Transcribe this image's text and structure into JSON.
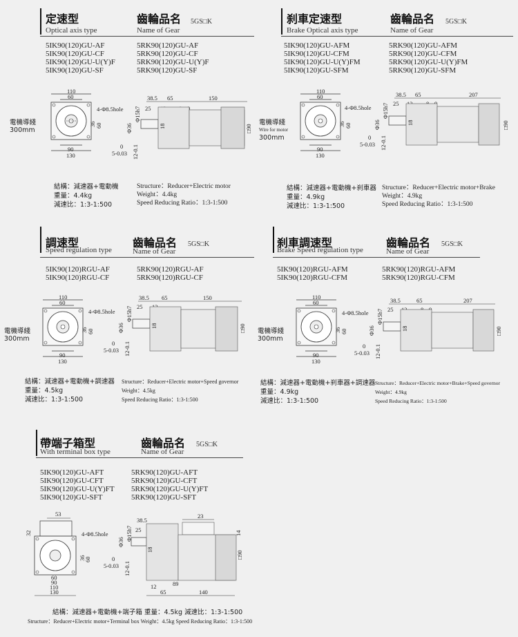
{
  "gear_name_cn": "齒輪品名",
  "gear_name_en": "Name of Gear",
  "gear_code": "5GS□K",
  "sections": [
    {
      "title_cn": "定速型",
      "title_en": "Optical axis type",
      "models_ik": [
        "5IK90(120)GU-AF",
        "5IK90(120)GU-CF",
        "5IK90(120)GU-U(Y)F",
        "5IK90(120)GU-SF"
      ],
      "models_rk": [
        "5RK90(120)GU-AF",
        "5RK90(120)GU-CF",
        "5RK90(120)GU-U(Y)F",
        "5RK90(120)GU-SF"
      ],
      "wire_cn": "電機導綫",
      "wire_en": "",
      "wire_len": "300mm",
      "dims": {
        "top": "110",
        "top2": "60",
        "left1": "36",
        "left2": "60",
        "bot1": "90",
        "bot2": "130",
        "hole": "4-Φ8.5hole",
        "s1": "38.5",
        "s2": "65",
        "s3": "150",
        "s4": "25",
        "s5": "12",
        "s6": "8",
        "s7": "9",
        "s8": "Φ15h7",
        "s9": "Φ36",
        "s10": "18",
        "s11": "□90",
        "s12": "5-0.03",
        "s13": "12-0.1",
        "s14": "0",
        "s15": "0"
      },
      "spec_cn": [
        "結構：減速器+電動機",
        "重量：4.4kg",
        "減速比：1:3-1:500"
      ],
      "spec_en": [
        "Structure：Reducer+Electric motor",
        "Weight：4.4kg",
        "Speed Reducing Ratio：1:3-1:500"
      ]
    },
    {
      "title_cn": "刹車定速型",
      "title_en": "Brake Optical axis type",
      "models_ik": [
        "5IK90(120)GU-AFM",
        "5IK90(120)GU-CFM",
        "5IK90(120)GU-U(Y)FM",
        "5IK90(120)GU-SFM"
      ],
      "models_rk": [
        "5RK90(120)GU-AFM",
        "5RK90(120)GU-CFM",
        "5RK90(120)GU-U(Y)FM",
        "5RK90(120)GU-SFM"
      ],
      "wire_cn": "電機導綫",
      "wire_en": "Wire for motor",
      "wire_len": "300mm",
      "dims": {
        "top": "110",
        "top2": "60",
        "left1": "36",
        "left2": "60",
        "bot1": "90",
        "bot2": "130",
        "hole": "4-Φ8.5hole",
        "s1": "38.5",
        "s2": "65",
        "s3": "207",
        "s4": "25",
        "s5": "12",
        "s6": "8",
        "s7": "9",
        "s8": "Φ15h7",
        "s9": "Φ36",
        "s10": "18",
        "s11": "□90",
        "s12": "5-0.03",
        "s13": "12-0.1",
        "s14": "0",
        "s15": "0"
      },
      "spec_cn": [
        "結構：減速器+電動機+刹車器",
        "重量：4.9kg",
        "減速比：1:3-1:500"
      ],
      "spec_en": [
        "Structure：Reducer+Electric motor+Brake",
        "Weight：4.9kg",
        "Speed Reducing Ratio：1:3-1:500"
      ]
    },
    {
      "title_cn": "調速型",
      "title_en": "Speed regulation type",
      "models_ik": [
        "5IK90(120)RGU-AF",
        "5IK90(120)RGU-CF"
      ],
      "models_rk": [
        "5RK90(120)RGU-AF",
        "5RK90(120)RGU-CF"
      ],
      "wire_cn": "電機導綫",
      "wire_en": "",
      "wire_len": "300mm",
      "dims": {
        "top": "110",
        "top2": "60",
        "left1": "36",
        "left2": "60",
        "bot1": "90",
        "bot2": "130",
        "hole": "4-Φ8.5hole",
        "s1": "38.5",
        "s2": "65",
        "s3": "150",
        "s4": "25",
        "s5": "12",
        "s6": "8",
        "s7": "9",
        "s8": "Φ15h7",
        "s9": "Φ36",
        "s10": "18",
        "s11": "□90",
        "s12": "5-0.03",
        "s13": "12-0.1",
        "s14": "0",
        "s15": "0"
      },
      "spec_cn": [
        "結構：減速器+電動機+調速器",
        "重量：4.5kg",
        "減速比：1:3-1:500"
      ],
      "spec_en": [
        "Structure：Reducer+Electric motor+Speed governor",
        "Weight：4.5kg",
        "Speed Reducing Ratio：1:3-1:500"
      ]
    },
    {
      "title_cn": "刹車調速型",
      "title_en": "Brake Speed regulation type",
      "models_ik": [
        "5IK90(120)RGU-AFM",
        "5IK90(120)RGU-CFM"
      ],
      "models_rk": [
        "5RK90(120)RGU-AFM",
        "5RK90(120)RGU-CFM"
      ],
      "wire_cn": "電機導綫",
      "wire_en": "",
      "wire_len": "300mm",
      "dims": {
        "top": "110",
        "top2": "60",
        "left1": "36",
        "left2": "60",
        "bot1": "90",
        "bot2": "130",
        "hole": "4-Φ8.5hole",
        "s1": "38.5",
        "s2": "65",
        "s3": "207",
        "s4": "25",
        "s5": "12",
        "s6": "8",
        "s7": "9",
        "s8": "Φ15h7",
        "s9": "Φ36",
        "s10": "18",
        "s11": "□90",
        "s12": "5-0.03",
        "s13": "12-0.1",
        "s14": "0",
        "s15": "0"
      },
      "spec_cn": [
        "結構：減速器+電動機+刹車器+調速器",
        "重量：4.9kg",
        "減速比：1:3-1:500"
      ],
      "spec_en": [
        "Structure：Reducer+Electric motor+Brake+Speed governor",
        "Weight：4.9kg",
        "Speed Reducing Ratio：1:3-1:500"
      ]
    },
    {
      "title_cn": "帶端子箱型",
      "title_en": "With terminal box type",
      "models_ik": [
        "5IK90(120)GU-AFT",
        "5IK90(120)GU-CFT",
        "5IK90(120)GU-U(Y)FT",
        "5IK90(120)GU-SFT"
      ],
      "models_rk": [
        "5RK90(120)GU-AFT",
        "5RK90(120)GU-CFT",
        "5RK90(120)GU-U(Y)FT",
        "5RK90(120)GU-SFT"
      ],
      "dims": {
        "top": "53",
        "left1": "32",
        "r1": "36",
        "r2": "60",
        "b1": "60",
        "b2": "90",
        "b3": "110",
        "b4": "130",
        "hole": "4-Φ8.5hole",
        "s1": "38.5",
        "s4": "25",
        "s8": "Φ15h7",
        "s9": "Φ36",
        "s10": "18",
        "s11": "□90",
        "s12": "5-0.03",
        "s13": "12-0.1",
        "s14": "0",
        "s15": "0",
        "t1": "23",
        "t2": "14",
        "b5": "12",
        "b6": "89",
        "b7": "65",
        "b8": "140"
      },
      "spec_cn_line": "結構：減速器+電動機+端子箱     重量：4.5kg     減速比：1:3-1:500",
      "spec_en_line": "Structure：Reducer+Electric motor+Terminal box   Weight：4.5kg   Speed Reducing Ratio：1:3-1:500"
    }
  ]
}
